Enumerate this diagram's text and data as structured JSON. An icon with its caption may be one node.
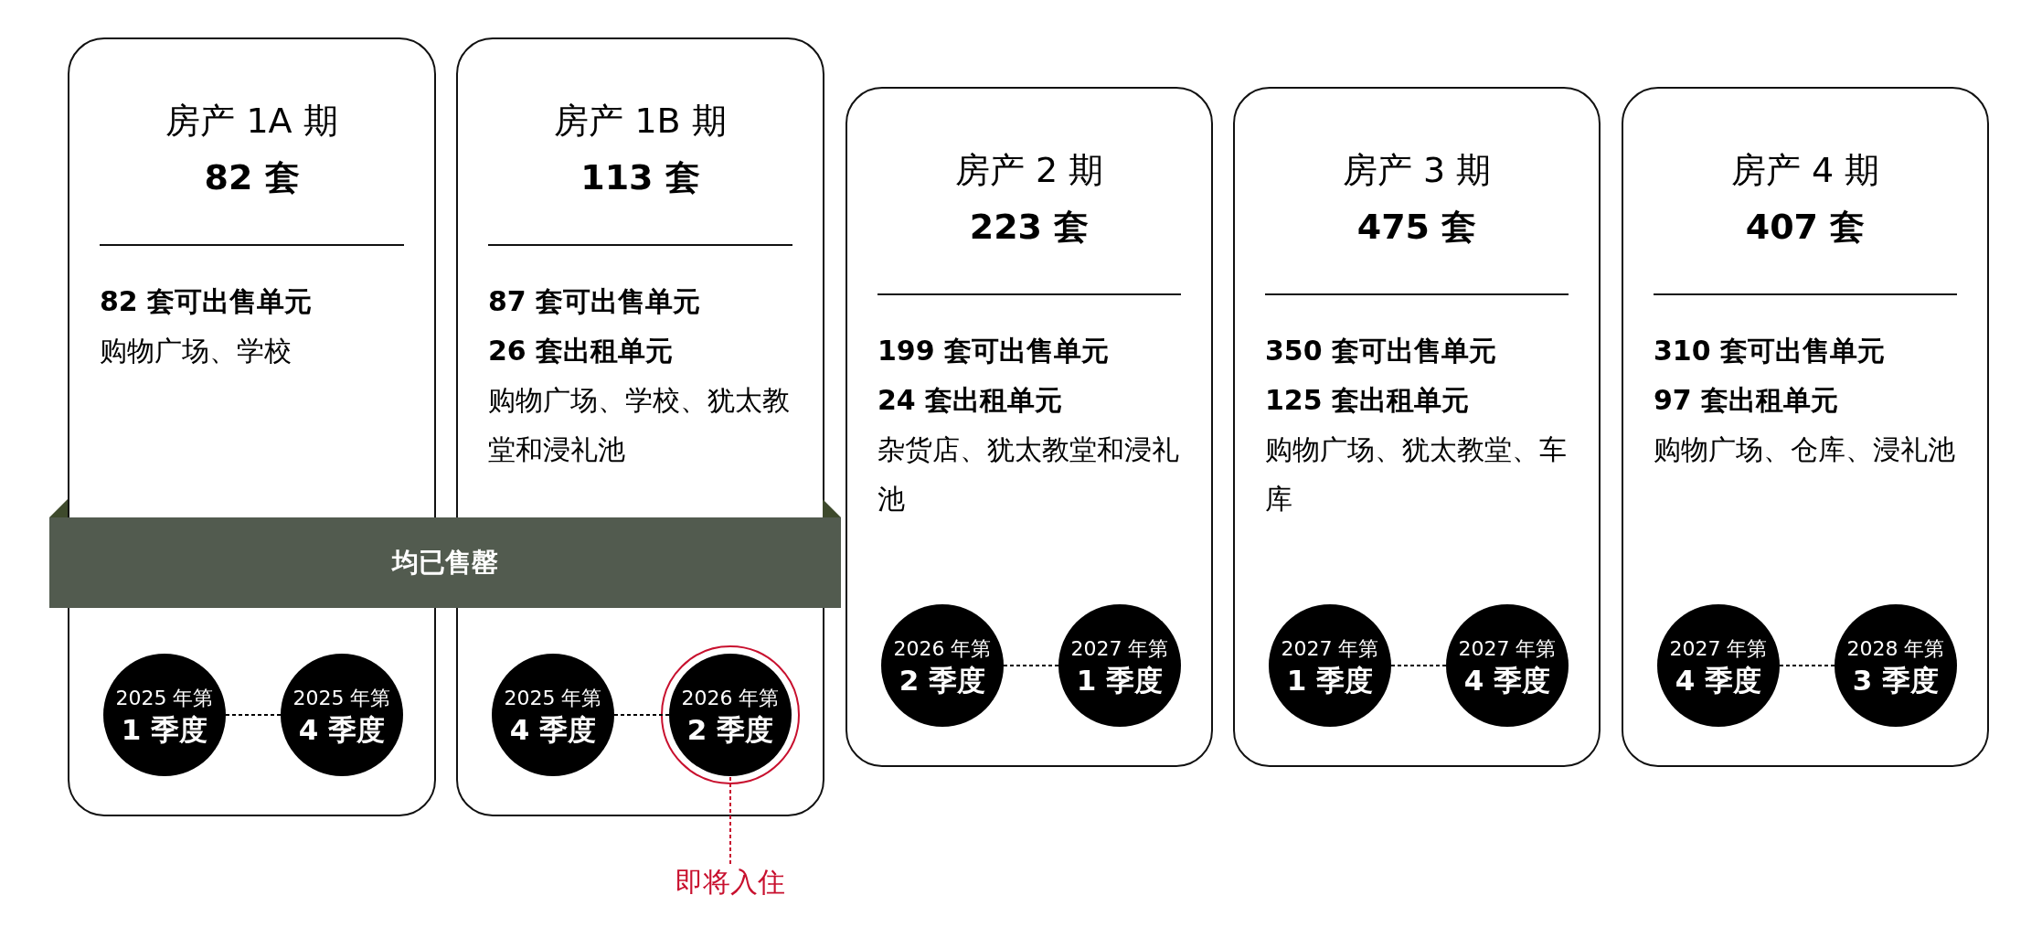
{
  "diagram": {
    "nodes": [
      {
        "text": [
          "房产 1A 期",
          "82 套",
          "82 套可出售单元",
          "购物广场、学校"
        ]
      },
      {
        "text": [
          "2025 年第",
          "1 季度"
        ],
        "in": 0
      },
      {
        "text": [
          "2025 年第",
          "4 季度"
        ],
        "in": 0
      },
      {
        "text": [
          "房产 1B 期",
          "113 套",
          "87 套可出售单元",
          "26 套出租单元",
          "购物广场、学校、犹太教堂和浸礼池"
        ]
      },
      {
        "text": [
          "2025 年第",
          "4 季度"
        ],
        "in": 3
      },
      {
        "text": [
          "2026 年第",
          "2 季度"
        ],
        "in": 3
      },
      {
        "text": [
          "房产 2 期",
          "223 套",
          "199 套可出售单元",
          "24 套出租单元",
          "杂货店、犹太教堂和浸礼池"
        ]
      },
      {
        "text": [
          "2026 年第",
          "2 季度"
        ],
        "in": 6
      },
      {
        "text": [
          "2027 年第",
          "1 季度"
        ],
        "in": 6
      },
      {
        "text": [
          "房产 3 期",
          "475 套",
          "350 套可出售单元",
          "125 套出租单元",
          "购物广场、犹太教堂、车库"
        ]
      },
      {
        "text": [
          "2027 年第",
          "1 季度"
        ],
        "in": 9
      },
      {
        "text": [
          "2027 年第",
          "4 季度"
        ],
        "in": 9
      },
      {
        "text": [
          "房产 4 期",
          "407 套",
          "310 套可出售单元",
          "97 套出租单元",
          "购物广场、仓库、浸礼池"
        ]
      },
      {
        "text": [
          "2027 年第",
          "4 季度"
        ],
        "in": 12
      },
      {
        "text": [
          "2028 年第",
          "3 季度"
        ],
        "in": 12
      },
      {
        "text": [
          "均已售罄"
        ]
      },
      {
        "text": [
          "即将入住"
        ]
      }
    ],
    "edges": [
      {
        "from": 1,
        "to": 2,
        "arrow": "none",
        "style": "dashed"
      },
      {
        "from": 4,
        "to": 5,
        "arrow": "none",
        "style": "dashed"
      },
      {
        "from": 7,
        "to": 8,
        "arrow": "none",
        "style": "dashed"
      },
      {
        "from": 10,
        "to": 11,
        "arrow": "none",
        "style": "dashed"
      },
      {
        "from": 13,
        "to": 14,
        "arrow": "none",
        "style": "dashed"
      },
      {
        "from": 16,
        "to": 5,
        "arrow": "none",
        "style": "dashed",
        "color": "#c8102e"
      }
    ]
  }
}
